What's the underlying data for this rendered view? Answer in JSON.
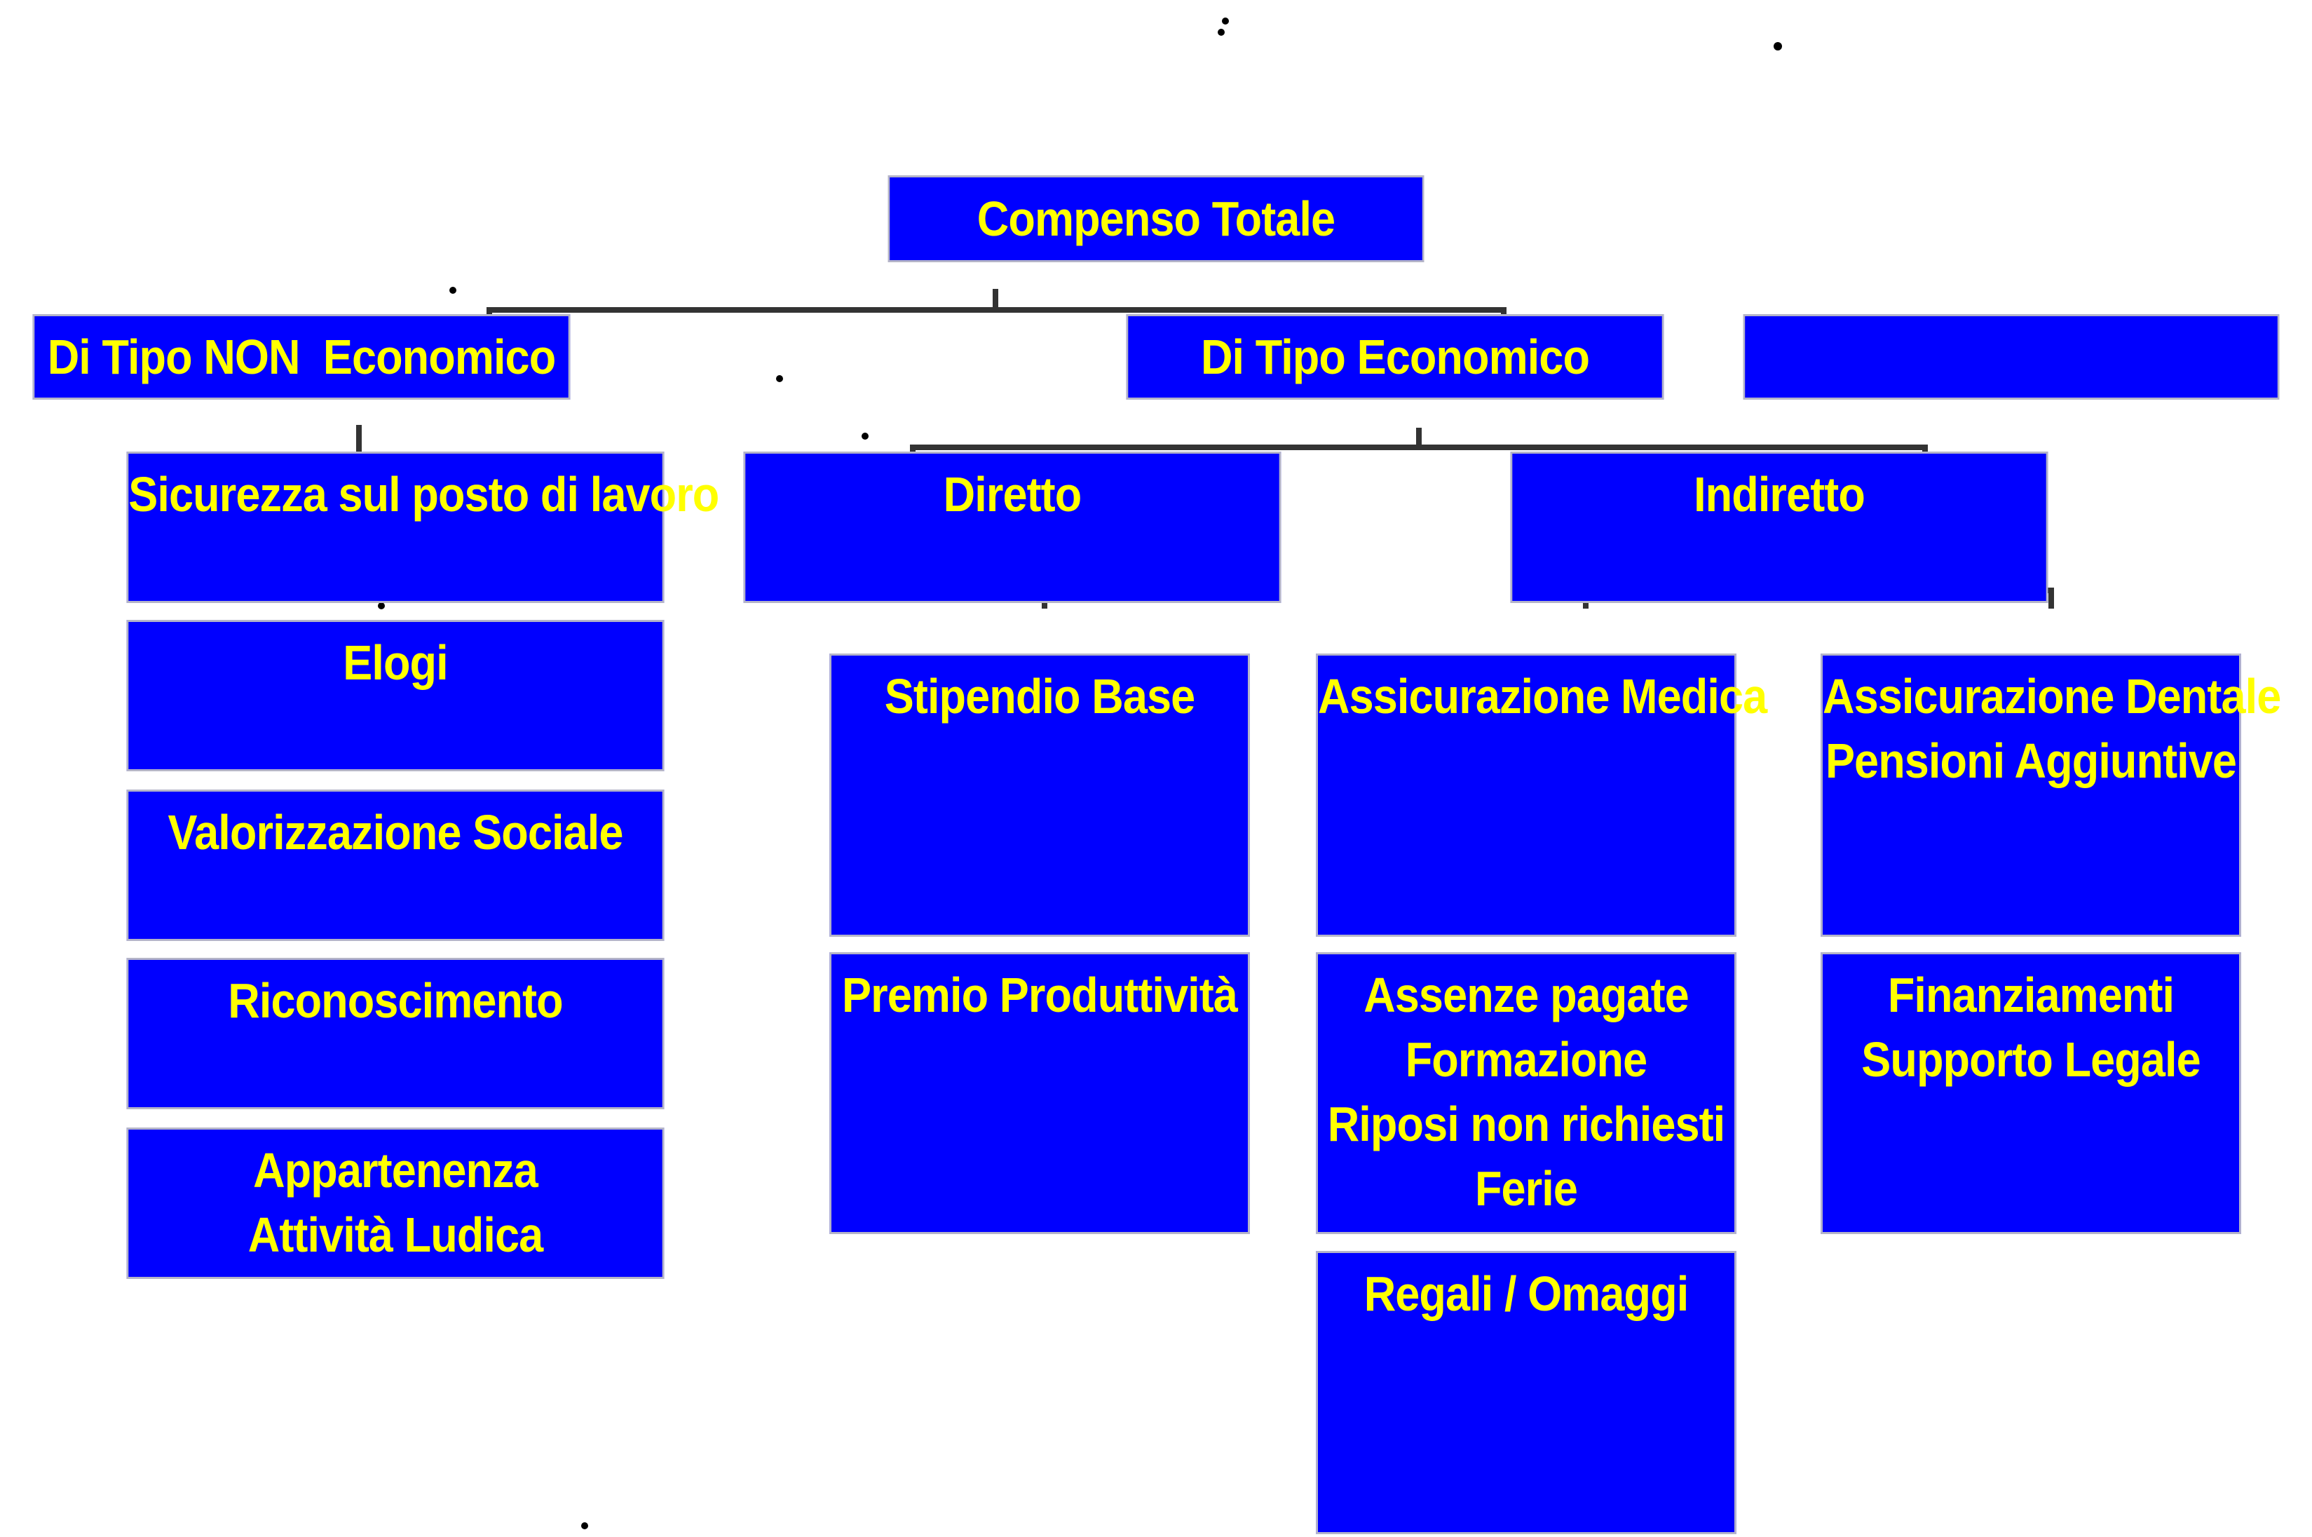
{
  "diagram": {
    "root": {
      "label": "Compenso Totale"
    },
    "categories": {
      "non_economico": "Di Tipo NON  Economico",
      "economico": "Di Tipo Economico",
      "empty": ""
    },
    "non_economico_items": [
      [
        "Sicurezza sul posto di lavoro"
      ],
      [
        "Elogi"
      ],
      [
        "Valorizzazione Sociale"
      ],
      [
        "Riconoscimento"
      ],
      [
        "Appartenenza",
        "Attività Ludica"
      ]
    ],
    "economico_types": {
      "diretto": "Diretto",
      "indiretto": "Indiretto"
    },
    "diretto_items": [
      [
        "Stipendio Base"
      ],
      [
        "Premio Produttività"
      ]
    ],
    "indiretto_col1": [
      [
        "Assicurazione Medica"
      ],
      [
        "Assenze pagate",
        "Formazione",
        "Riposi non richiesti",
        "Ferie"
      ],
      [
        "Regali / Omaggi"
      ]
    ],
    "indiretto_col2": [
      [
        "Assicurazione Dentale",
        "Pensioni Aggiuntive"
      ],
      [
        "Finanziamenti",
        "Supporto Legale"
      ]
    ]
  },
  "colors": {
    "box_fill": "#0000ff",
    "box_text": "#ffff00",
    "connector": "#333333"
  }
}
